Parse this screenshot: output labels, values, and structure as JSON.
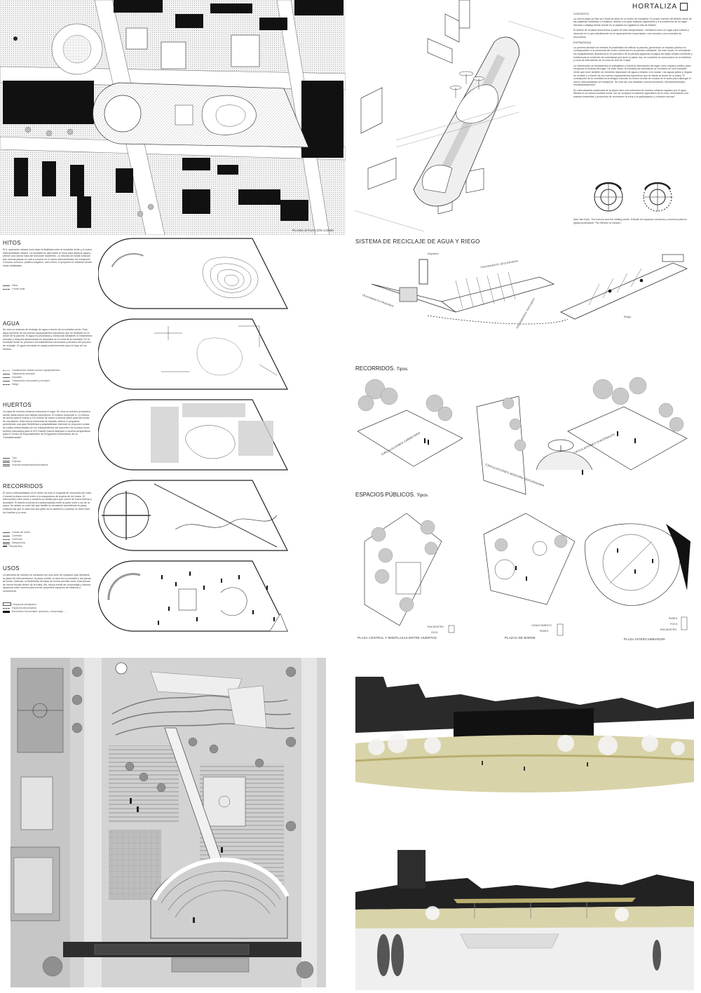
{
  "header": {
    "project_title": "HORTALIZA"
  },
  "site_plan": {
    "label": "PLANO SITUACIÓN  1/2000"
  },
  "intro": {
    "sections": [
      {
        "heading": "CONTEXTO",
        "paragraphs": [
          "La nueva plaza de Mar de Cristal se sitúa en el centro de Hortaleza. El propio nombre del distrito viene de las palabras Hortalizas y Fortaleza, debido a su gran tradición agricultora y a la existencia de un lugar elevado o atalaya desde donde en el pasado se vigilaba la villa de Madrid.",
          "El diseño de la plaza toma forma a partir de esta interpretación. Hortaleza como un lugar para cultivar y observar en lo que actualmente es un aparcamiento improvisado, una rotonda y una montaña de escombros."
        ]
      },
      {
        "heading": "ESTRATEGIA",
        "paragraphs": [
          "La primera decisión es eliminar la posibilidad de edificar la parcela, generando un espacio público en contraposición a la presencia del centro comercial en la parcela colindante. De este modo, se relocalizan los equipamientos deportivos en el perímetro de la parcela siguiendo la lógica del tejido urbano existente y enfatizando la condición de centralidad que tiene la plaza. Así, se convierte la nueva plaza en el vestíbulo y zona de intercambio de la zona de Mar de Cristal.",
          "La intervención se fundamenta en paisajismo y busca la adecuación del lugar como espacio público para recuperar la historia del lugar. De este modo, la montaña de escombros se convierte en una montaña verde que sirve también de elemento depurador de agua y mirador a la ciudad. Las aguas grises y negras se reciclan y a través de los nuevos equipamientos deportivos que se sitúan al borde de la plaza. El contrapunto de la montaña es la antigua rotonda, su forma circular se excava en el suelo para albergar el nuevo intercambiador de transporte. Se crea así una dualidad: cóncavo/convexo, elevado/enterrado, montaña/depresión.",
          "En esta situación polarizada de la plaza nace una estructura de huertos urbanos regados por el agua filtrada en la nueva montaña verde. Así se recupera la tradición agricultora de la zona, fomentando una manera sostenible y productiva de reverdecer la zona y la participación y cohesión vecinal."
        ]
      }
    ],
    "reference_caption": "Aldo Van Eyck. The horizon and the shifting center. Estudio de espacios cóncavos y convexos para la iglesia protestante 'The Wheels of Heaven'."
  },
  "analysis": [
    {
      "title": "HITOS",
      "text": "El tr. operación urbana será clave la dualidad entre la montaña verde y el nuevo intercambiador urbano. La montaña se alza sobre el resto para depurar agua y ofrecer una nueva vista del horizonte madrileño. La rotonda se hunde creando dos nuevas plazas en una a convivir en el nuevo intercambiador de transporte. Cóncavo-convexo, positivo-negativo, vacío-lleno; el proyecto se entiende desde estas dualidades.",
      "legend": [
        "Hitos",
        "Límite solar"
      ]
    },
    {
      "title": "AGUA",
      "text": "Se crea un sistema de reciclaje de agua a través de la montaña verde. Esta agua proviene de los nuevos equipamientos deportivos que se localizan en el borde de la parcela. El agua es procesada y conducida mediante un tratamiento primario y después almacenada en depósitos en la cima de la montaña. En la montaña verde se producen los tratamientos secundario y terciario del proceso de reciclaje. El agua reciclada es usada posteriormente para el riego de los huertos.",
      "legend": [
        "Canalización desde nuevos equipamientos",
        "Tratamiento primario",
        "Depósito",
        "Tratamiento secundario y terciario",
        "Riego"
      ]
    },
    {
      "title": "HUERTOS",
      "text": "Un tapiz de huertos urbanos estructura el lugar. Se crea un entorno productivo donde hasta ahora solo habían escombros. El módulo responde a 1,5 metros de ancho para el huerto y 0,6 metros de ancho a ambos lados para las zonas de circulación. Esta nueva estructura de bandas ordena el programa permitiendo una gran flexibilidad y adaptabilidad. Además se proponen zonas de cultivo relacionadas con los equipamientos del perímetro de la plaza como huertos educativos para el IES Gabriel García Márquez o huertos terapéuticos para el Centro de Especialidades de Emigrantes fomentando así la \"Hortalibersidad\".",
      "legend": [
        "Tipo",
        "Huertos",
        "Huertos terapéuticos/educativos"
      ]
    },
    {
      "title": "RECORRIDOS",
      "text": "El nuevo intercambiador es el centro de todo lo espacial de recorridos del solar. Conecta la plaza con el metro y la marquesina de espera de los buses. El intercambio entre metro y autobús se facilita para que ocurra de forma directa y accesible. El diseño fomenta la transversalidad entre la parte norte y sur de la plaza. Se añade un carril bici que facilite la circulación permitiendo la plaza, evitando así que el carril bici sea parte de la carretera y creando un filtro entre los huertos y la zona.",
      "legend": [
        "Líneas de metro",
        "Carreras",
        "Carril bici",
        "Marquesina",
        "Parada Bus"
      ]
    },
    {
      "title": "USOS",
      "text": "La alfombra de huertos se completa con una serie de espacios más definidos: la plaza del intercambiador, la plaza central, la cima de la montaña y las plazas de borde. Además, la flexibilidad del tapiz de huerto permite crear unas plazas de menor escala dentro de la malla. Así, busca zonas de compostaje y bancos aparecen entre huertos para formar pequeños espacios de estancia y convivencia.",
      "legend": [
        "Espacios principales",
        "Espacios secundarios",
        "Elementos funcionales: quioscos, compostaje, ..."
      ]
    }
  ],
  "right_sections": {
    "water": {
      "title": "SISTEMA DE RECICLAJE DE AGUA Y RIEGO",
      "labels": [
        "TRATAMIENTO PRIMARIO",
        "TRATAMIENTO SECUNDARIO",
        "TRATAMIENTO TERCIARIO",
        "Depósito",
        "Riego"
      ]
    },
    "routes": {
      "title": "RECORRIDOS.",
      "subtitle": "Tipos",
      "labels": [
        "CIRCULACIONES CARRETERA",
        "CIRCULACIONES MONTAÑA DEPURADORA",
        "CIRCULACIONES DIAGONALES"
      ]
    },
    "spaces": {
      "title": "ESPACIOS PÚBLICOS.",
      "subtitle": "Tipos",
      "labels": [
        "PLAZA CENTRAL Y MINIPLAZAS ENTRE HUERTOS",
        "PLAZAS DE BORDE",
        "PLAZA INTERCAMBIADOR"
      ],
      "keys": [
        [
          "ENCUENTRO",
          "OCIO"
        ],
        [
          "CONOCIMIENTO",
          "PASEO"
        ],
        [
          "PASEO",
          "FOCO",
          "ENCUENTRO"
        ]
      ]
    }
  },
  "colors": {
    "ink": "#1a1a1a",
    "paper": "#ffffff",
    "grey": "#cfcfcf",
    "olive": "#d9d3a9",
    "accent_olive": "#b9ae6f"
  }
}
